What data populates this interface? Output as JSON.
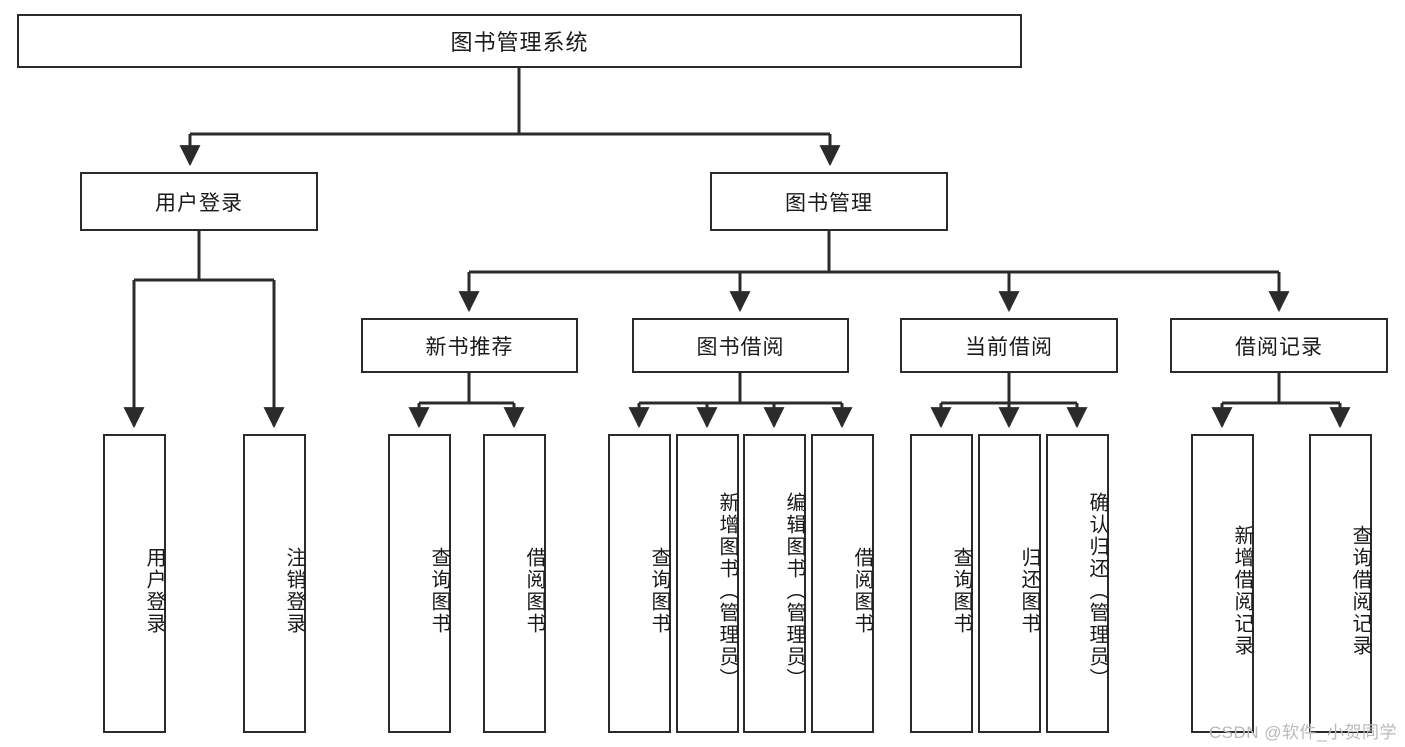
{
  "diagram": {
    "title": "图书管理系统",
    "type": "tree",
    "root": {
      "id": "root",
      "label": "图书管理系统"
    },
    "level2": [
      {
        "id": "user-login",
        "label": "用户登录"
      },
      {
        "id": "book-management",
        "label": "图书管理"
      }
    ],
    "level3": [
      {
        "id": "new-book-recommend",
        "label": "新书推荐",
        "parent": "book-management"
      },
      {
        "id": "book-borrow",
        "label": "图书借阅",
        "parent": "book-management"
      },
      {
        "id": "current-borrow",
        "label": "当前借阅",
        "parent": "book-management"
      },
      {
        "id": "borrow-record",
        "label": "借阅记录",
        "parent": "book-management"
      }
    ],
    "leaves": [
      {
        "id": "leaf-user-login",
        "label": "用户登录",
        "parent": "user-login"
      },
      {
        "id": "leaf-logout-login",
        "label": "注销登录",
        "parent": "user-login"
      },
      {
        "id": "leaf-query-book-1",
        "label": "查询图书",
        "parent": "new-book-recommend"
      },
      {
        "id": "leaf-borrow-book-1",
        "label": "借阅图书",
        "parent": "new-book-recommend"
      },
      {
        "id": "leaf-query-book-2",
        "label": "查询图书",
        "parent": "book-borrow"
      },
      {
        "id": "leaf-add-book",
        "label": "新增图书（管理员）",
        "parent": "book-borrow"
      },
      {
        "id": "leaf-edit-book",
        "label": "编辑图书（管理员）",
        "parent": "book-borrow"
      },
      {
        "id": "leaf-borrow-book-2",
        "label": "借阅图书",
        "parent": "book-borrow"
      },
      {
        "id": "leaf-query-book-3",
        "label": "查询图书",
        "parent": "current-borrow"
      },
      {
        "id": "leaf-return-book",
        "label": "归还图书",
        "parent": "current-borrow"
      },
      {
        "id": "leaf-confirm-return",
        "label": "确认归还（管理员）",
        "parent": "current-borrow"
      },
      {
        "id": "leaf-add-record",
        "label": "新增借阅记录",
        "parent": "borrow-record"
      },
      {
        "id": "leaf-query-record",
        "label": "查询借阅记录",
        "parent": "borrow-record"
      }
    ]
  },
  "watermark": {
    "text": "CSDN @软件_小贺同学"
  },
  "colors": {
    "border": "#2b2b2b",
    "background": "#ffffff",
    "text": "#1a1a1a",
    "watermark": "#b9b9b9"
  }
}
